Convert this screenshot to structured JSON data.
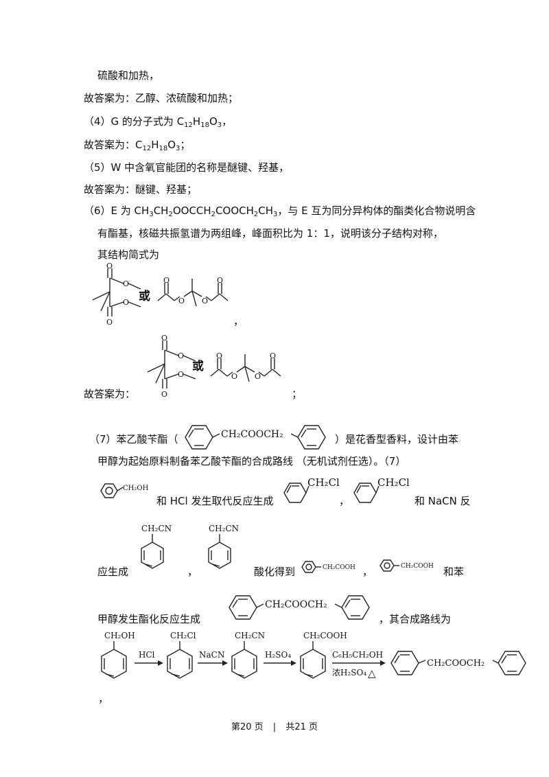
{
  "lines": {
    "l1": "硫酸和加热，",
    "l2": "故答案为：乙醇、浓硫酸和加热；",
    "l3_pre": "（4）G 的分子式为 C",
    "l4_pre": "故答案为：C",
    "l5": "（5）W 中含氧官能团的名称是醚键、羟基，",
    "l6": "故答案为：醚键、羟基；",
    "l7_a": "（6）E 为 CH",
    "l7_b": "CH",
    "l7_c": "OOCCH",
    "l7_d": "COOCH",
    "l7_e": "CH",
    "l7_f": "，与 E 互为同分异构体的酯类化合物说明含",
    "l8": "有酯基，核磁共振氢谱为两组峰，峰面积比为 1：1，说明该分子结构对称，",
    "l9": "其结构简式为",
    "comma1": "，",
    "answer_label": "故答案为：",
    "semicolon": "；",
    "p7_a": "（7）苯乙酸苄酯（",
    "p7_b": "）是花香型香料，设计由苯",
    "p7_c": "甲醇为起始原料制备苯乙酸苄酯的合成路线 （无机试剂任选）。（7）",
    "p7_d": "和 HCl 发生取代反应生成",
    "p7_e": "，",
    "p7_f": "和 NaCN 反",
    "p7_g": "应生成",
    "p7_h": "，",
    "p7_i": "酸化得到",
    "p7_j": "，",
    "p7_k": "和苯",
    "p7_l": "甲醇发生酯化反应生成",
    "p7_m": "，其合成路线为",
    "comma_end": "，"
  },
  "formula": {
    "g_c": "12",
    "g_h": "18",
    "g_o": "3",
    "g_h_letter": "H",
    "g_o_letter": "O",
    "g_end": "，",
    "ans_end": "；",
    "sub2": "2",
    "sub3": "3"
  },
  "chem": {
    "or": "或",
    "o": "O",
    "ch2cooch2": "CH₂COOCH₂",
    "ch2oh_small": "CH₂OH",
    "ch2cl": "CH₂Cl",
    "ch2cn": "CH₂CN",
    "ch2cooh": "CH₂COOH",
    "ch2oh": "CH₂OH",
    "hcl": "HCl",
    "nacn": "NaCN",
    "h2so4": "H₂SO₄",
    "c6h5ch2oh": "C₆H₅CH₂OH",
    "conc_h2so4": "浓H₂SO₄",
    "delta": "△"
  },
  "footer": {
    "page": "第20 页",
    "sep": "|",
    "total": "共21 页"
  }
}
